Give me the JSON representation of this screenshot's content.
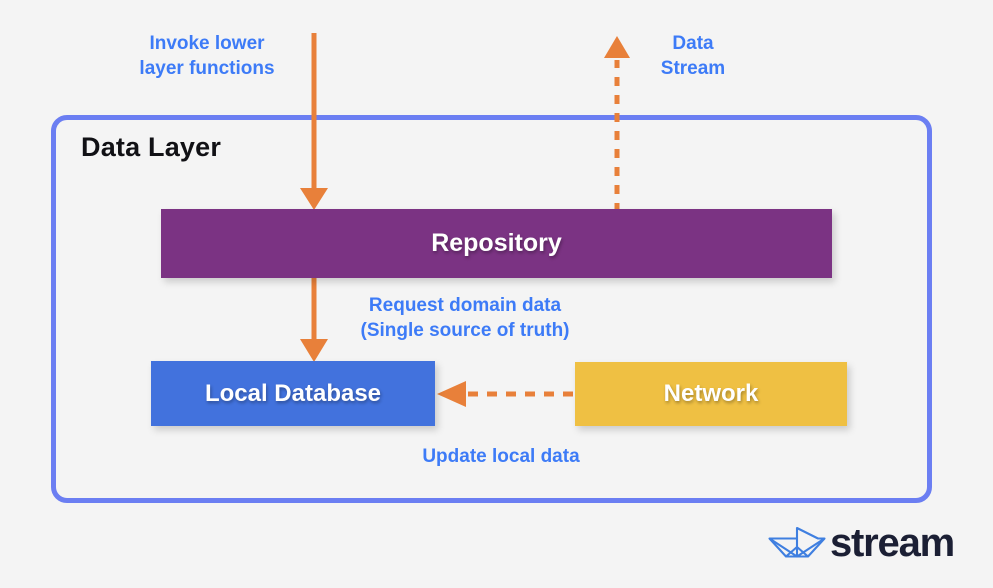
{
  "diagram": {
    "background_color": "#f4f4f4",
    "container": {
      "title": "Data Layer",
      "border_color": "#6b7ef2"
    },
    "nodes": [
      {
        "id": "repository",
        "label": "Repository",
        "color": "#7b3383"
      },
      {
        "id": "local-database",
        "label": "Local Database",
        "color": "#4272dd"
      },
      {
        "id": "network",
        "label": "Network",
        "color": "#efc043"
      }
    ],
    "labels": {
      "invoke": "Invoke lower\nlayer functions",
      "data_stream": "Data\nStream",
      "request": "Request domain data\n(Single source of truth)",
      "update": "Update local data",
      "color": "#3d7bf7"
    },
    "arrows": [
      {
        "id": "invoke-arrow",
        "style": "solid",
        "direction": "down",
        "color": "#e8803a",
        "from": "outside-top",
        "to": "repository"
      },
      {
        "id": "data-stream-arrow",
        "style": "dashed",
        "direction": "up",
        "color": "#e8803a",
        "from": "repository",
        "to": "outside-top"
      },
      {
        "id": "request-arrow",
        "style": "solid",
        "direction": "down",
        "color": "#e8803a",
        "from": "repository",
        "to": "local-database"
      },
      {
        "id": "update-arrow",
        "style": "dashed",
        "direction": "left",
        "color": "#e8803a",
        "from": "network",
        "to": "local-database"
      }
    ]
  },
  "branding": {
    "wordmark": "stream",
    "logo_color": "#3f7fe0",
    "wordmark_color": "#1b1f34"
  }
}
